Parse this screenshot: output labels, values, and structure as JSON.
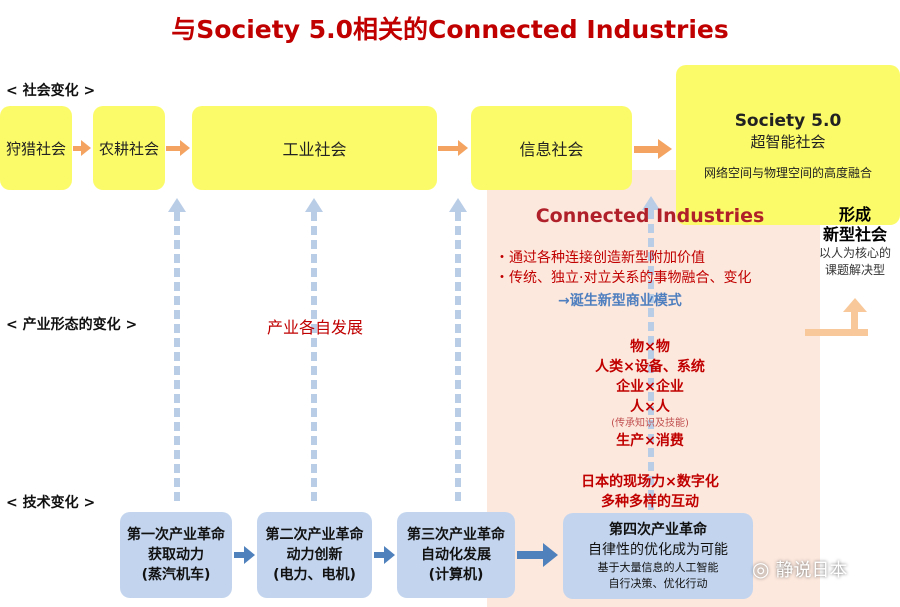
{
  "title": "与Society 5.0相关的Connected Industries",
  "row_labels": {
    "social": "< 社会变化 >",
    "industry": "< 产业形态的变化 >",
    "tech": "< 技术变化 >"
  },
  "societies": [
    "狩猎社会",
    "农耕社会",
    "工业社会",
    "信息社会"
  ],
  "society5": {
    "name": "Society 5.0",
    "sub": "超智能社会",
    "desc": "网络空间与物理空间的高度融合"
  },
  "industry_self": "产业各自发展",
  "ci": {
    "title": "Connected Industries",
    "bullets": [
      "・通过各种连接创造新型附加价值",
      "・传统、独立·对立关系的事物融合、变化"
    ],
    "result": "→诞生新型商业模式",
    "pairs": [
      "物×物",
      "人类×设备、系统",
      "企业×企业",
      "人×人"
    ],
    "note": "(传承知识及技能)",
    "pair_last": "生产×消费",
    "japan": [
      "日本的现场力×数字化",
      "多种多样的互动"
    ]
  },
  "new_society": {
    "title1": "形成",
    "title2": "新型社会",
    "desc1": "以人为核心的",
    "desc2": "课题解决型"
  },
  "revolutions": [
    {
      "l1": "第一次产业革命",
      "l2": "获取动力",
      "l3": "(蒸汽机车)"
    },
    {
      "l1": "第二次产业革命",
      "l2": "动力创新",
      "l3": "(电力、电机)"
    },
    {
      "l1": "第三次产业革命",
      "l2": "自动化发展",
      "l3": "(计算机)"
    },
    {
      "l1": "第四次产业革命",
      "l2": "自律性的优化成为可能",
      "l3": "基于大量信息的人工智能",
      "l4": "自行决策、优化行动"
    }
  ],
  "watermark": "静说日本"
}
